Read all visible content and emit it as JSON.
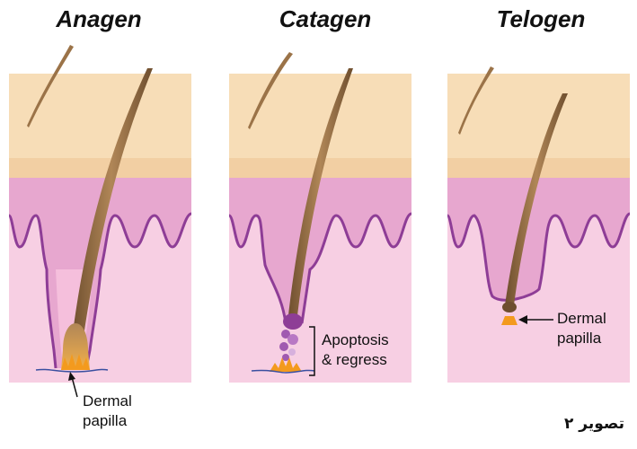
{
  "stages": [
    {
      "title": "Anagen"
    },
    {
      "title": "Catagen"
    },
    {
      "title": "Telogen"
    }
  ],
  "labels": {
    "anagen_papilla": [
      "Dermal",
      "papilla"
    ],
    "catagen_regress": [
      "Apoptosis",
      "& regress"
    ],
    "telogen_papilla": [
      "Dermal",
      "papilla"
    ]
  },
  "caption": "تصویر ۲",
  "colors": {
    "epidermis": "#f7ddb7",
    "epidermis_band": "#f2cfa3",
    "dermis_top": "#e7a7cf",
    "dermis": "#f7cfe3",
    "outline": "#8e3d96",
    "hair": "#9b7348",
    "hair_dark": "#6e4e2e",
    "papilla": "#f39a1e"
  }
}
